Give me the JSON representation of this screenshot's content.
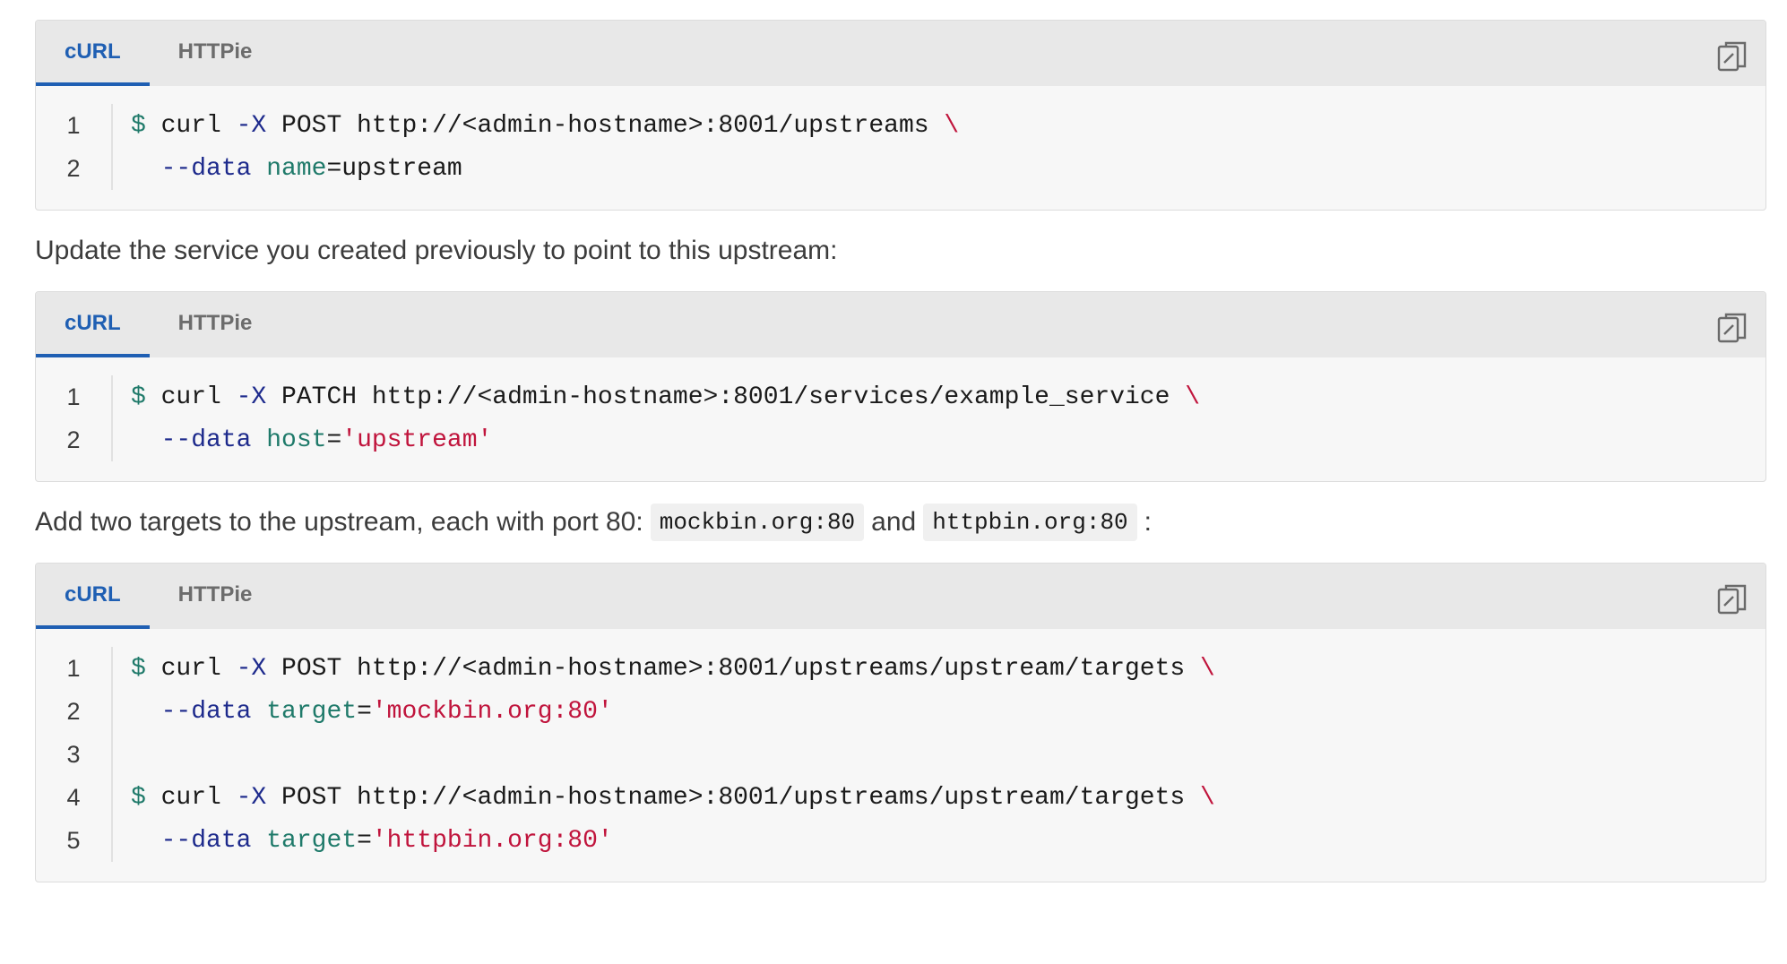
{
  "blocks": [
    {
      "tabs": [
        "cURL",
        "HTTPie"
      ],
      "active_tab": 0,
      "lines": [
        [
          [
            "prompt",
            "$ "
          ],
          [
            "plain",
            "curl "
          ],
          [
            "flag",
            "-X "
          ],
          [
            "plain",
            "POST http://<admin-hostname>:8001/upstreams "
          ],
          [
            "cont",
            "\\"
          ]
        ],
        [
          [
            "plain",
            "  "
          ],
          [
            "flag",
            "--data "
          ],
          [
            "key",
            "name"
          ],
          [
            "plain",
            "=upstream"
          ]
        ]
      ]
    },
    {
      "tabs": [
        "cURL",
        "HTTPie"
      ],
      "active_tab": 0,
      "lines": [
        [
          [
            "prompt",
            "$ "
          ],
          [
            "plain",
            "curl "
          ],
          [
            "flag",
            "-X "
          ],
          [
            "plain",
            "PATCH http://<admin-hostname>:8001/services/example_service "
          ],
          [
            "cont",
            "\\"
          ]
        ],
        [
          [
            "plain",
            "  "
          ],
          [
            "flag",
            "--data "
          ],
          [
            "key",
            "host"
          ],
          [
            "plain",
            "="
          ],
          [
            "str",
            "'upstream'"
          ]
        ]
      ]
    },
    {
      "tabs": [
        "cURL",
        "HTTPie"
      ],
      "active_tab": 0,
      "lines": [
        [
          [
            "prompt",
            "$ "
          ],
          [
            "plain",
            "curl "
          ],
          [
            "flag",
            "-X "
          ],
          [
            "plain",
            "POST http://<admin-hostname>:8001/upstreams/upstream/targets "
          ],
          [
            "cont",
            "\\"
          ]
        ],
        [
          [
            "plain",
            "  "
          ],
          [
            "flag",
            "--data "
          ],
          [
            "key",
            "target"
          ],
          [
            "plain",
            "="
          ],
          [
            "str",
            "'mockbin.org:80'"
          ]
        ],
        [],
        [
          [
            "prompt",
            "$ "
          ],
          [
            "plain",
            "curl "
          ],
          [
            "flag",
            "-X "
          ],
          [
            "plain",
            "POST http://<admin-hostname>:8001/upstreams/upstream/targets "
          ],
          [
            "cont",
            "\\"
          ]
        ],
        [
          [
            "plain",
            "  "
          ],
          [
            "flag",
            "--data "
          ],
          [
            "key",
            "target"
          ],
          [
            "plain",
            "="
          ],
          [
            "str",
            "'httpbin.org:80'"
          ]
        ]
      ]
    }
  ],
  "prose": {
    "p1": "Update the service you created previously to point to this upstream:",
    "p2_pre": "Add two targets to the upstream, each with port 80: ",
    "p2_code1": "mockbin.org:80",
    "p2_mid": " and ",
    "p2_code2": "httpbin.org:80",
    "p2_post": ":"
  },
  "icons": {
    "copy": "copy-icon"
  },
  "colors": {
    "accent": "#1f5fb3",
    "prompt": "#1f7a6a",
    "flag": "#1d2a8c",
    "string": "#c0143c"
  }
}
